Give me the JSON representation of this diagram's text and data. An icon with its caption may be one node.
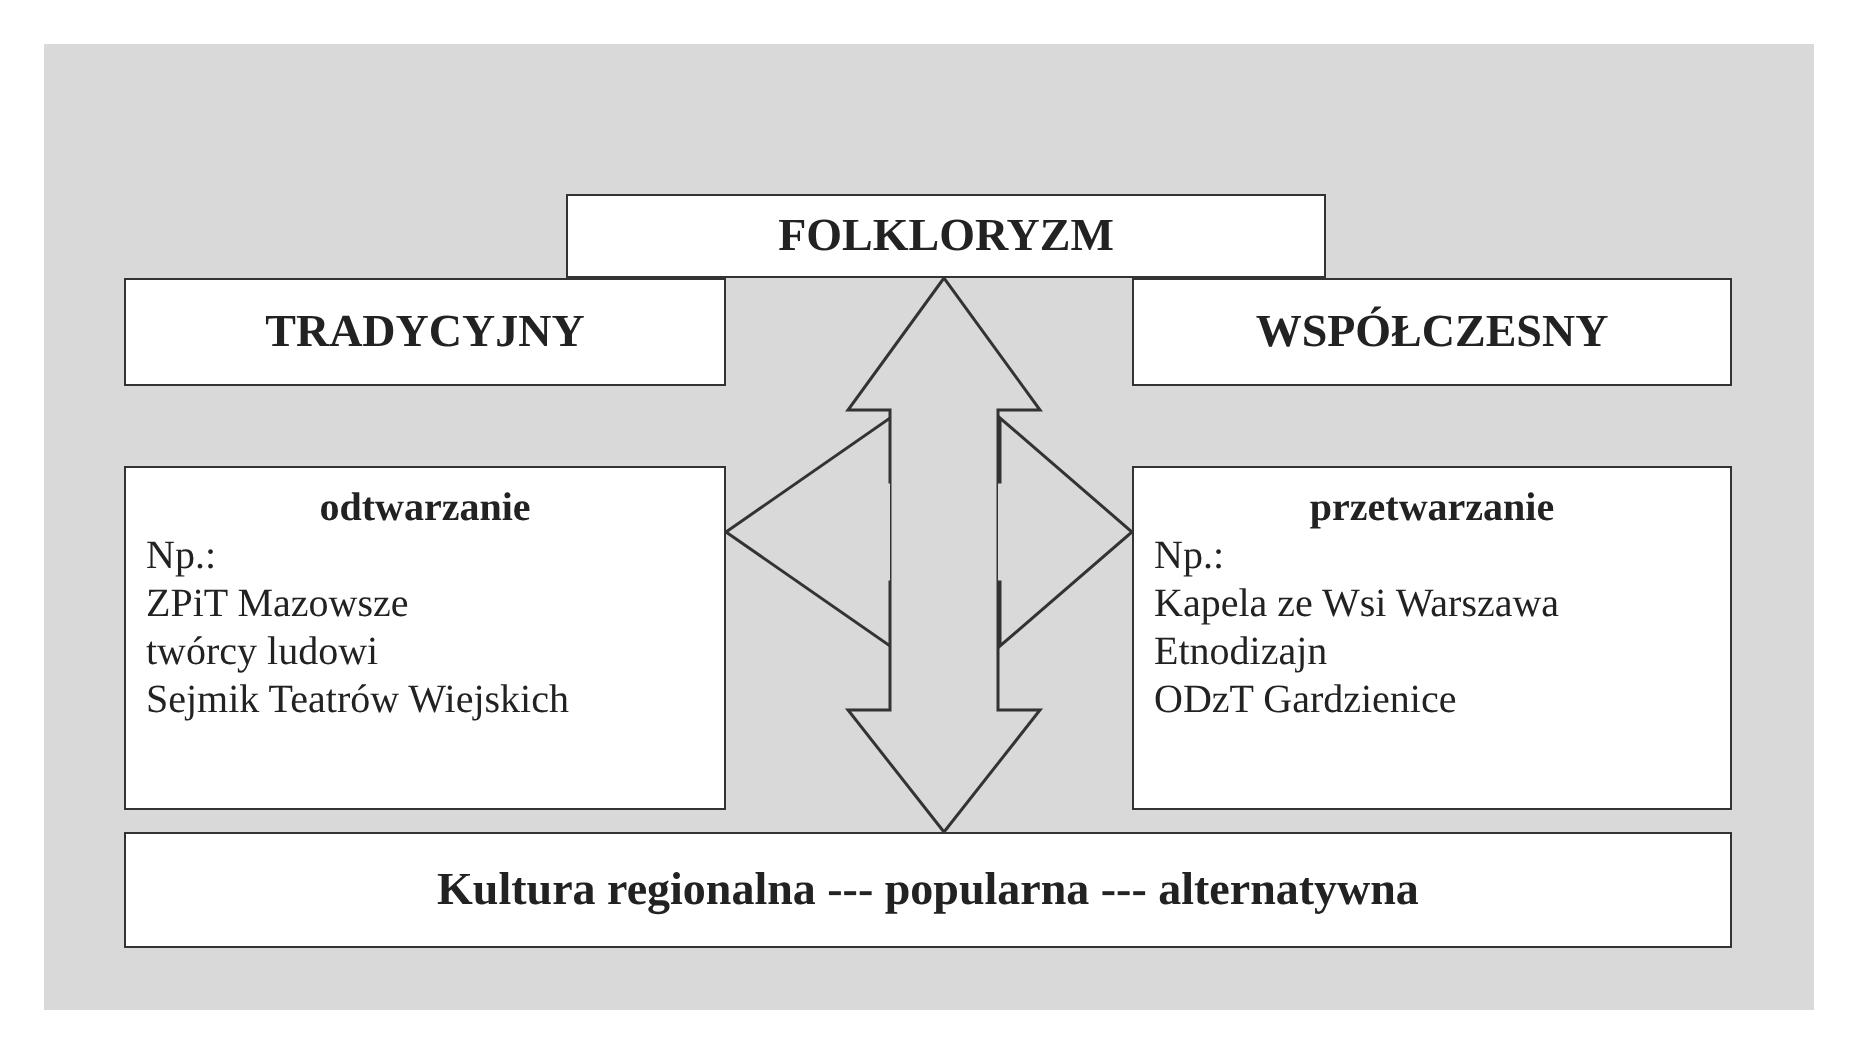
{
  "diagram": {
    "nodes": [
      {
        "text": [
          "FOLKLORYZM"
        ]
      },
      {
        "text": [
          "TRADYCYJNY"
        ]
      },
      {
        "text": [
          "WSPÓŁCZESNY"
        ]
      },
      {
        "text": [
          "odtwarzanie",
          "Np.:",
          "ZPiT Mazowsze",
          "twórcy ludowi",
          "Sejmik Teatrów Wiejskich"
        ]
      },
      {
        "text": [
          "przetwarzanie",
          "Np.:",
          "Kapela ze Wsi Warszawa",
          "Etnodizajn",
          "ODzT Gardzienice"
        ]
      },
      {
        "text": [
          "Kultura regionalna --- popularna --- alternatywna"
        ]
      }
    ],
    "edges": [
      {
        "from": 0,
        "to": 5,
        "arrow": "both"
      },
      {
        "from": 3,
        "to": 4,
        "arrow": "both"
      }
    ]
  }
}
